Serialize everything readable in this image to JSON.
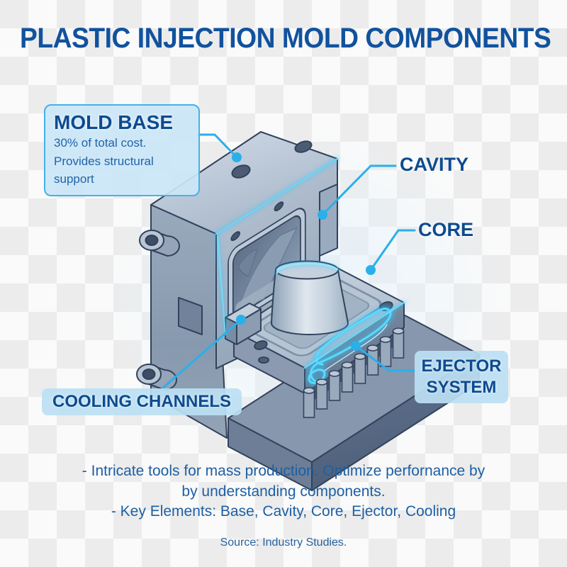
{
  "title": "PLASTIC INJECTION MOLD COMPONENTS",
  "callouts": {
    "mold_base": {
      "title": "MOLD BASE",
      "lines": [
        "30% of total cost.",
        "Provides structural support"
      ]
    },
    "cavity": "CAVITY",
    "core": "CORE",
    "ejector": {
      "line1": "EJECTOR",
      "line2": "SYSTEM"
    },
    "cooling": "COOLING CHANNELS"
  },
  "footer": {
    "line1": "- Intricate tools for mass production. Optimize perfornance by",
    "line2": "by understanding components.",
    "line3": "- Key Elements: Base, Cavity, Core, Ejector, Cooling",
    "source": "Source: Industry Studies."
  },
  "colors": {
    "accent_leader": "#29abe2",
    "label_text": "#0d4b8f",
    "title_text": "#11529e",
    "body_text": "#1d5fa4",
    "glow_cyan": "#4fd6ff",
    "callout_bg": "#cbe6f7",
    "callout_border": "#45b1e8",
    "steel_light": "#c9d4e1",
    "steel_dark": "#5a6c86"
  }
}
